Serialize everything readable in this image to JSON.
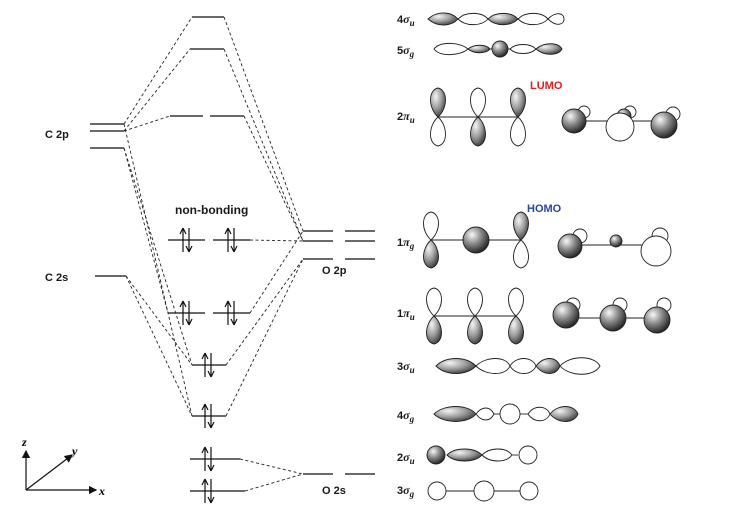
{
  "atomic_labels": {
    "c2p": "C 2p",
    "c2s": "C 2s",
    "o2p": "O 2p",
    "o2s": "O 2s"
  },
  "annotations": {
    "nonbonding": "non-bonding",
    "lumo": "LUMO",
    "homo": "HOMO"
  },
  "axes": {
    "z": "z",
    "y": "y",
    "x": "x"
  },
  "orbitals": [
    {
      "num": "4",
      "greek": "σ",
      "sub": "u"
    },
    {
      "num": "5",
      "greek": "σ",
      "sub": "g"
    },
    {
      "num": "2",
      "greek": "π",
      "sub": "u"
    },
    {
      "num": "1",
      "greek": "π",
      "sub": "g"
    },
    {
      "num": "1",
      "greek": "π",
      "sub": "u"
    },
    {
      "num": "3",
      "greek": "σ",
      "sub": "u"
    },
    {
      "num": "4",
      "greek": "σ",
      "sub": "g"
    },
    {
      "num": "2",
      "greek": "σ",
      "sub": "u"
    },
    {
      "num": "3",
      "greek": "σ",
      "sub": "g"
    }
  ],
  "colors": {
    "lumo": "#e02020",
    "homo": "#2a46a8"
  }
}
